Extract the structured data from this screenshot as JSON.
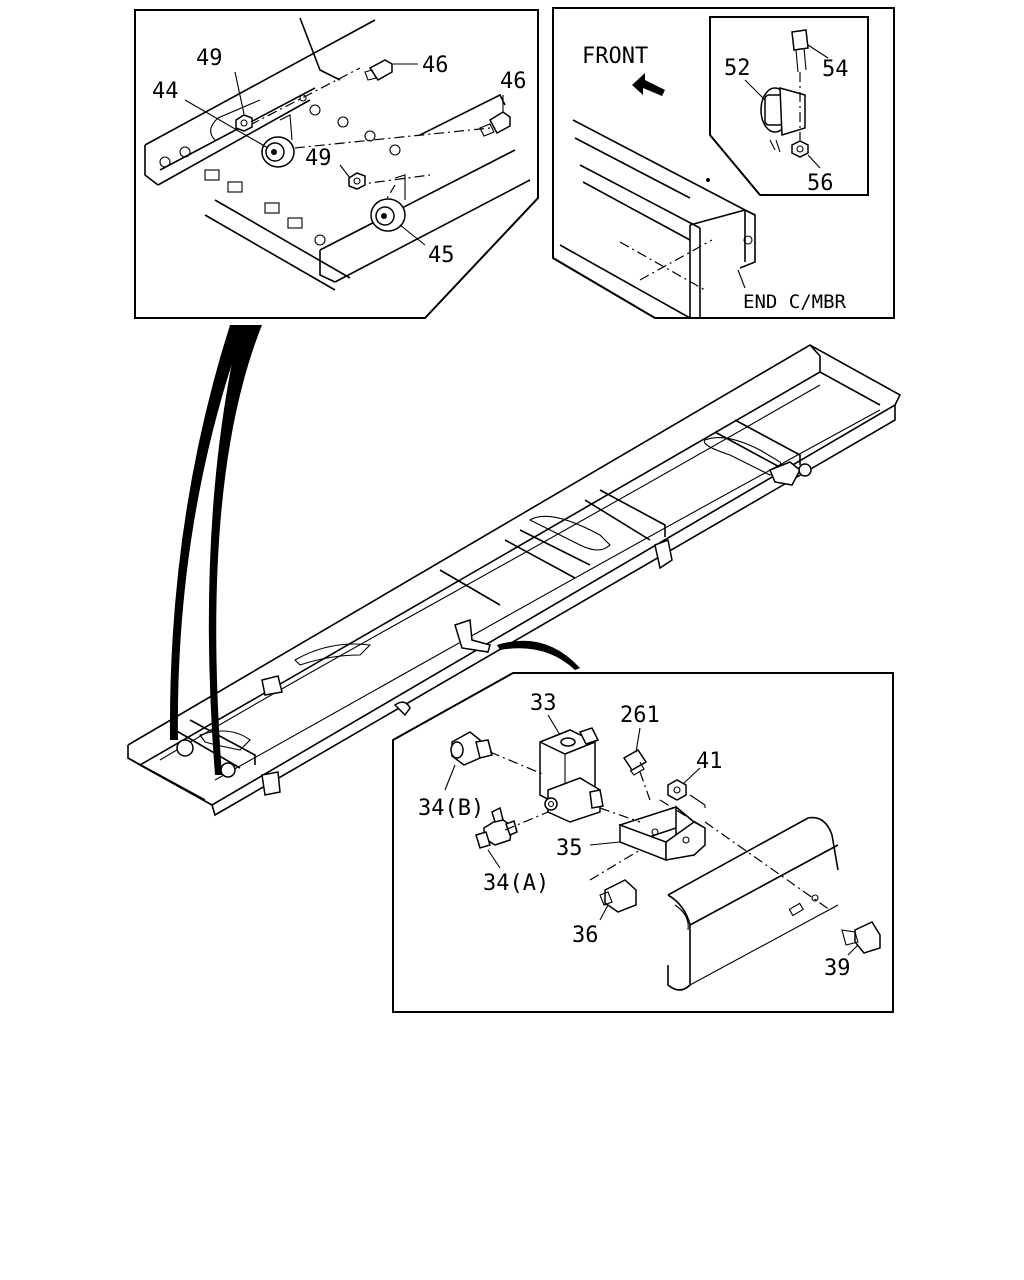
{
  "labels": {
    "horn_panel": {
      "p49a": "49",
      "p46a": "46",
      "p44": "44",
      "p46b": "46",
      "p49b": "49",
      "p45": "45"
    },
    "end_panel": {
      "front": "FRONT",
      "p52": "52",
      "p54": "54",
      "p56": "56",
      "end_member": "END C/MBR"
    },
    "valve_panel": {
      "p33": "33",
      "p261": "261",
      "p41": "41",
      "p34b": "34(B)",
      "p35": "35",
      "p34a": "34(A)",
      "p36": "36",
      "p39": "39"
    }
  },
  "icons": {
    "front_arrow": "front-arrow-icon"
  }
}
